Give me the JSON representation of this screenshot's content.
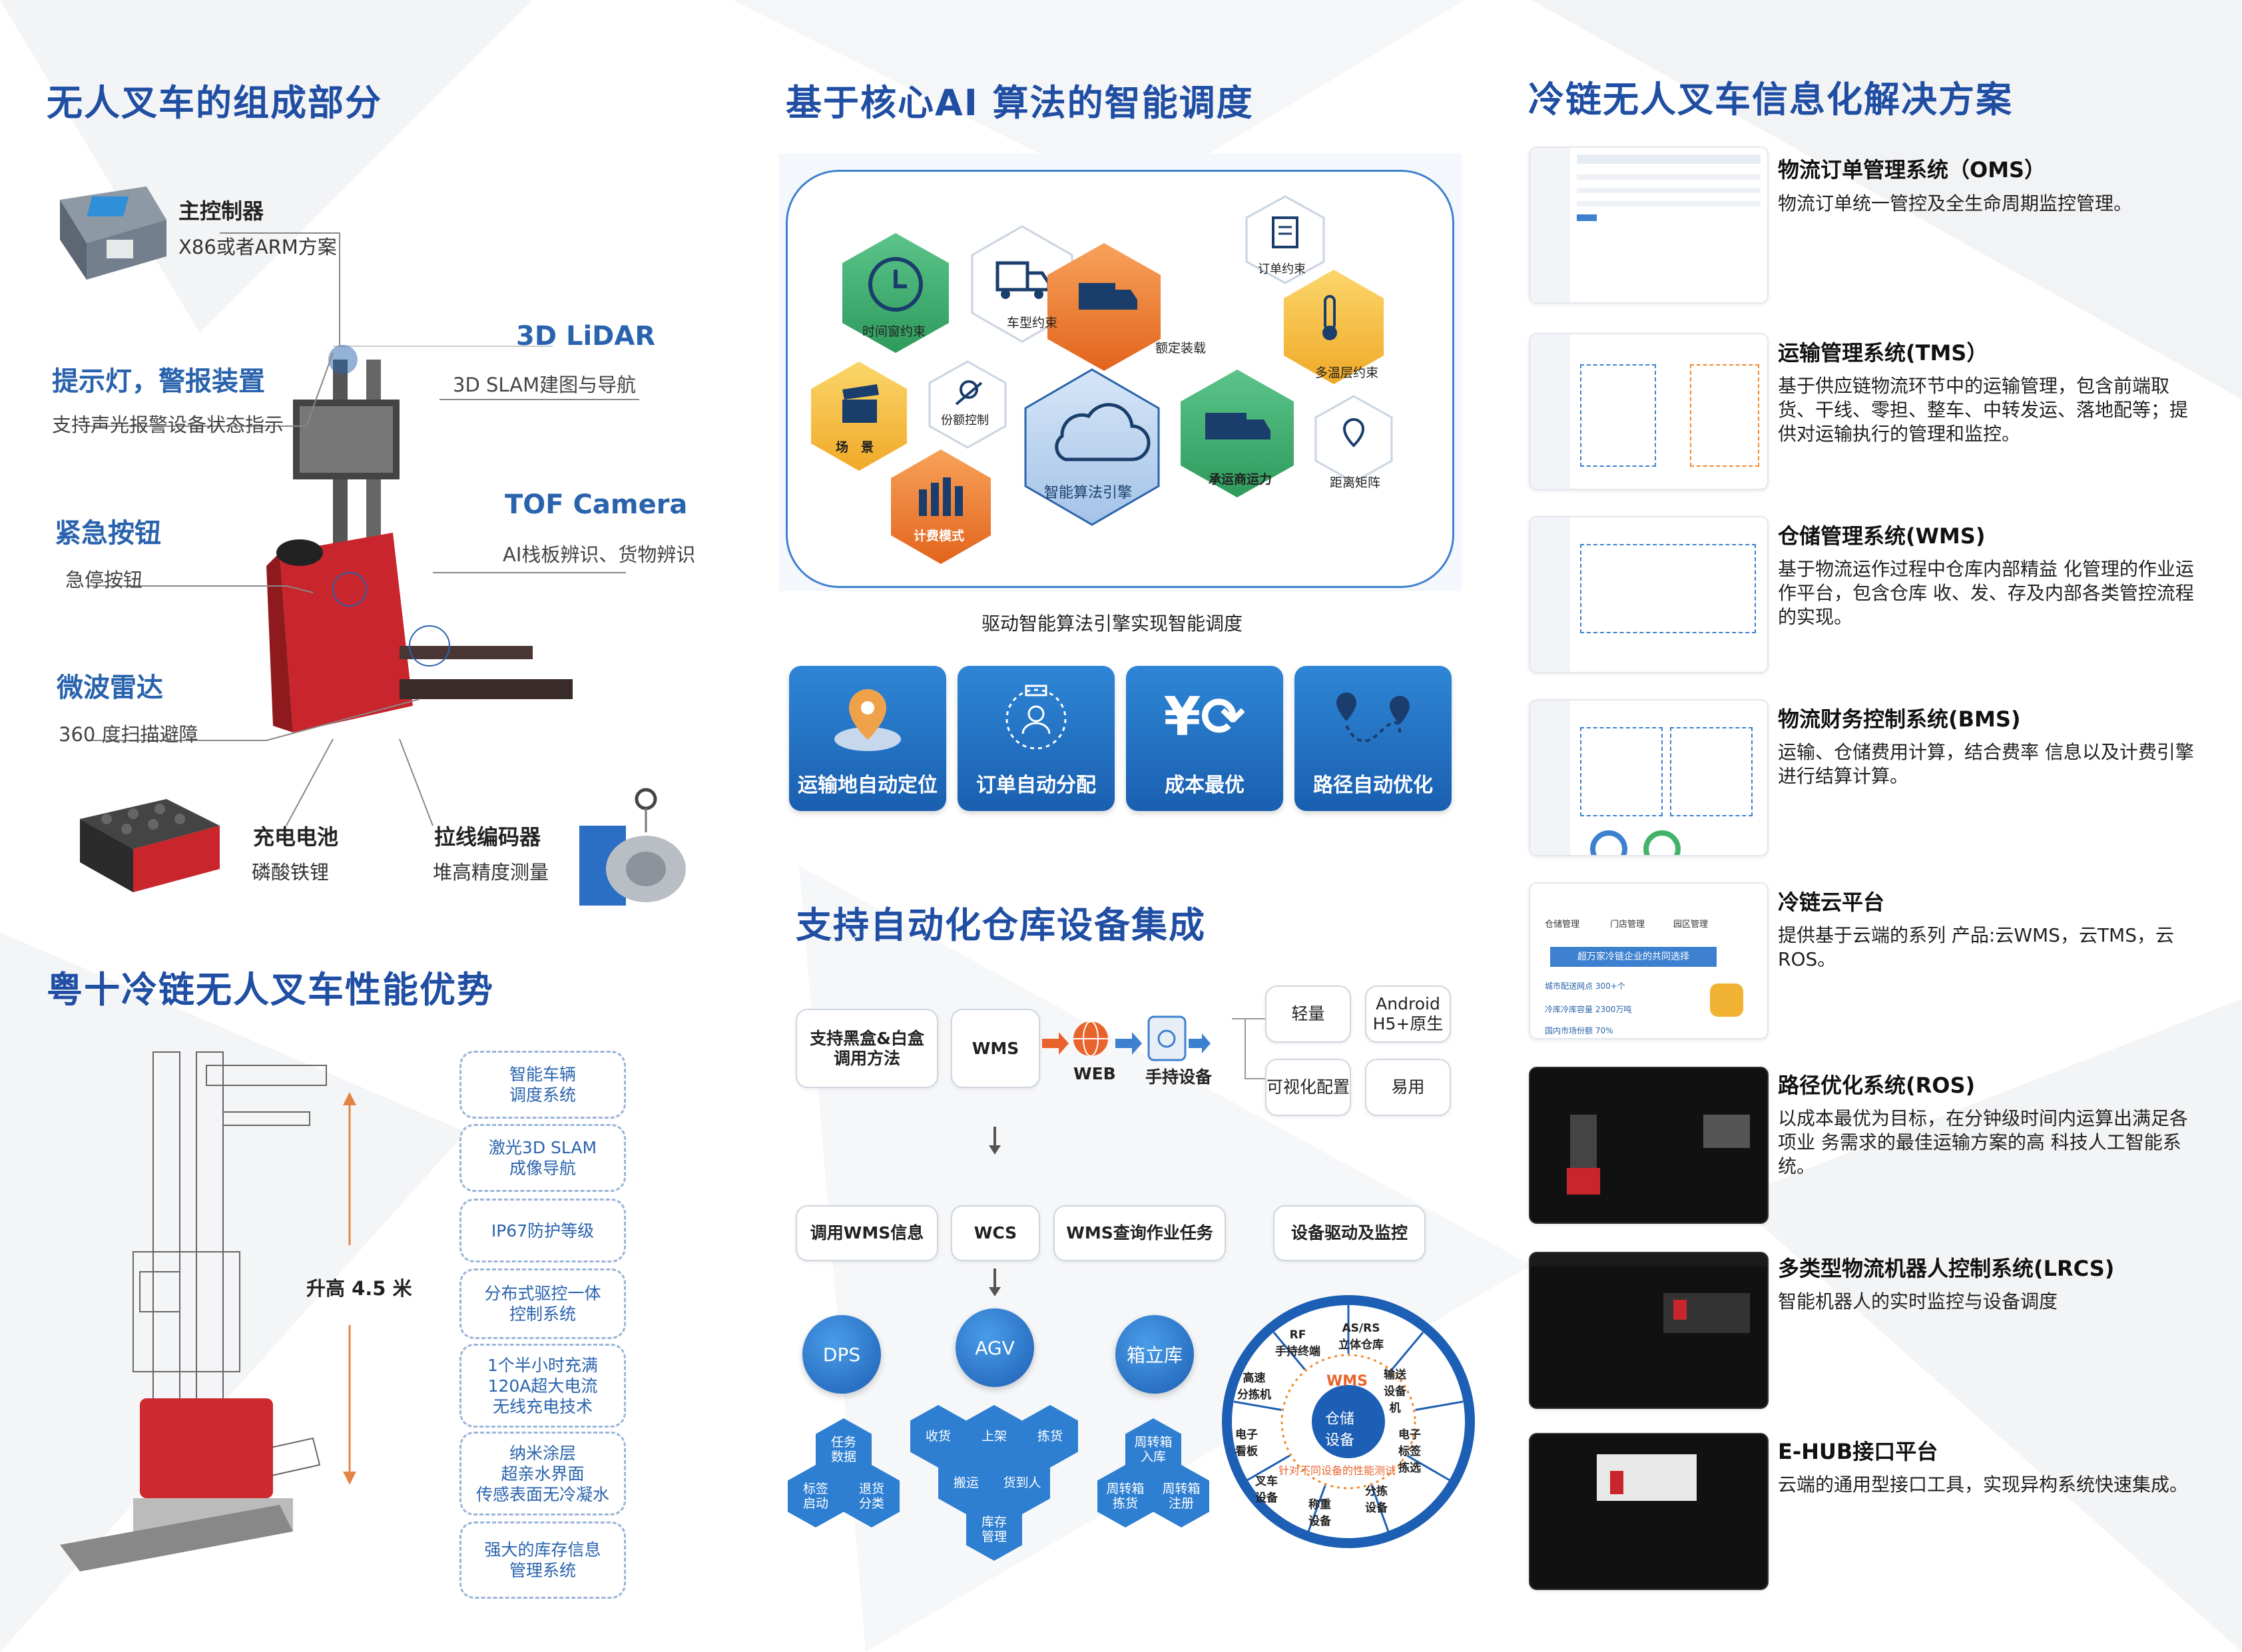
{
  "left": {
    "title": "无人叉车的组成部分",
    "components": {
      "controller_title": "主控制器",
      "controller_sub": "X86或者ARM方案",
      "lidar_title": "3D LiDAR",
      "lidar_sub": "3D SLAM建图与导航",
      "alarm_title": "提示灯，警报装置",
      "alarm_sub": "支持声光报警设备状态指示",
      "tof_title": "TOF Camera",
      "tof_sub": "AI栈板辨识、货物辨识",
      "estop_title": "紧急按钮",
      "estop_sub": "急停按钮",
      "radar_title": "微波雷达",
      "radar_sub": "360 度扫描避障",
      "battery_title": "充电电池",
      "battery_sub": "磷酸铁锂",
      "encoder_title": "拉线编码器",
      "encoder_sub": "堆高精度测量"
    },
    "perf_title": "粤十冷链无人叉车性能优势",
    "lift_label": "升高 4.5 米",
    "features": [
      "智能车辆\n调度系统",
      "激光3D SLAM\n成像导航",
      "IP67防护等级",
      "分布式驱控一体\n控制系统",
      "1个半小时充满\n120A超大电流\n无线充电技术",
      "纳米涂层\n超亲水界面\n传感表面无冷凝水",
      "强大的库存信息\n管理系统"
    ]
  },
  "middle": {
    "title": "基于核心AI 算法的智能调度",
    "hexes": {
      "time_window": "时间窗约束",
      "vehicle_type": "车型约束",
      "loading": "额定装载",
      "order": "订单约束",
      "multi_temp": "多温层约束",
      "scene": "场　景",
      "share": "份额控制",
      "engine": "智能算法引擎",
      "carrier": "承运商运力",
      "distance": "距离矩阵",
      "billing": "计费模式"
    },
    "caption": "驱动智能算法引擎实现智能调度",
    "cards": [
      "运输地自动定位",
      "订单自动分配",
      "成本最优",
      "路径自动优化"
    ],
    "integ_title": "支持自动化仓库设备集成",
    "flow": {
      "blackbox": "支持黑盒&白盒\n调用方法",
      "wms": "WMS",
      "web": "WEB",
      "handheld": "手持设备",
      "light": "轻量",
      "android": "Android\nH5+原生",
      "visual": "可视化配置",
      "easy": "易用",
      "call_wms": "调用WMS信息",
      "wcs": "WCS",
      "query": "WMS查询作业任务",
      "driver": "设备驱动及监控"
    },
    "circles": [
      "DPS",
      "AGV",
      "箱立库"
    ],
    "dps_hex": [
      "任务\n数据",
      "标签\n启动",
      "退货\n分类"
    ],
    "agv_hex": [
      "收货",
      "上架",
      "拣货",
      "搬运",
      "货到人",
      "库存\n管理"
    ],
    "box_hex": [
      "周转箱\n入库",
      "周转箱\n拣货",
      "周转箱\n注册"
    ],
    "wheel": {
      "center": "仓储\n设备",
      "ring_label": "WMS",
      "arc_text": "针对不同设备的性能测试",
      "segments": [
        "RF\n手持终端",
        "AS/RS\n立体仓库",
        "输送\n设备\n机",
        "电子\n标签\n拣选",
        "分拣\n设备",
        "称重\n设备",
        "叉车\n设备",
        "电子\n看板",
        "高速\n分拣机"
      ]
    }
  },
  "right": {
    "title": "冷链无人叉车信息化解决方案",
    "systems": [
      {
        "title": "物流订单管理系统（OMS）",
        "desc": "物流订单统一管控及全生命周期监控管理。"
      },
      {
        "title": "运输管理系统(TMS）",
        "desc": "基于供应链物流环节中的运输管理，包含前端取货、干线、零担、整车、中转发运、落地配等；提供对运输执行的管理和监控。"
      },
      {
        "title": "仓储管理系统(WMS)",
        "desc": "基于物流运作过程中仓库内部精益 化管理的作业运作平台，包含仓库 收、发、存及内部各类管控流程的实现。"
      },
      {
        "title": "物流财务控制系统(BMS)",
        "desc": "运输、仓储费用计算，结合费率 信息以及计费引擎进行结算计算。"
      },
      {
        "title": "冷链云平台",
        "desc": "提供基于云端的系列 产品:云WMS，云TMS，云ROS。"
      },
      {
        "title": "路径优化系统(ROS)",
        "desc": "以成本最优为目标，在分钟级时间内运算出满足各项业 务需求的最佳运输方案的高 科技人工智能系统。"
      },
      {
        "title": "多类型物流机器人控制系统(LRCS)",
        "desc": "智能机器人的实时监控与设备调度"
      },
      {
        "title": "E-HUB接口平台",
        "desc": "云端的通用型接口工具，实现异构系统快速集成。"
      }
    ],
    "cloud_thumb": {
      "tabs": [
        "仓储管理",
        "门店管理",
        "园区管理"
      ],
      "banner": "超万家冷链企业的共同选择",
      "stats": [
        "城市配送网点  300+个",
        "冷库冷库容量  2300万吨",
        "国内市场份额  70%"
      ]
    }
  },
  "colors": {
    "brand_blue": "#1f4ea3",
    "card_blue": "#2076c8",
    "orange": "#f08a2c",
    "green": "#43b36a"
  }
}
